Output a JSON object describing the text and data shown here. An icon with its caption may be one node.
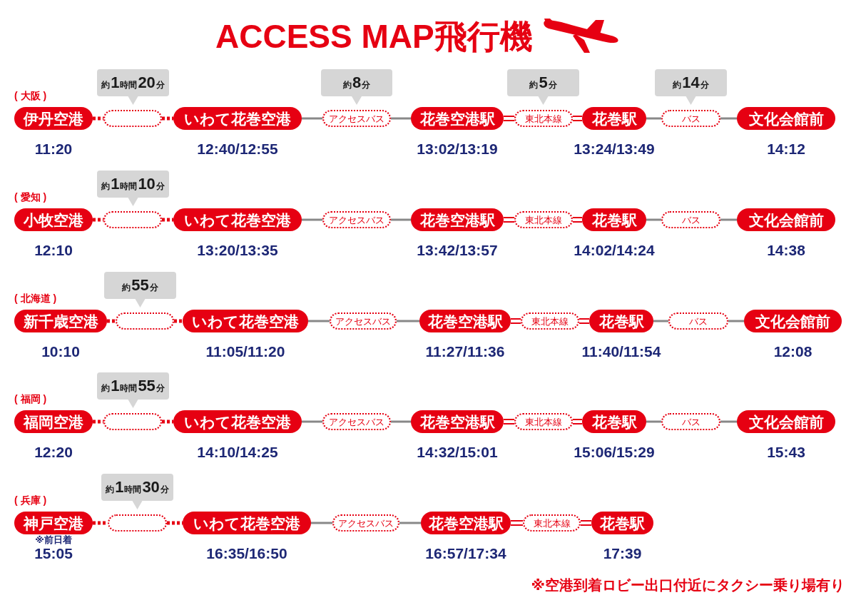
{
  "diagram": {
    "title": "ACCESS MAP飛行機",
    "nodes": [
      {
        "text": [
          "伊丹空港"
        ],
        "beside": [
          "( 大阪 )",
          "11:20"
        ]
      },
      {
        "text": [
          "約1時間20分"
        ]
      },
      {
        "text": [],
        "shape": "pill"
      },
      {
        "text": [
          "いわて花巻空港"
        ],
        "beside": [
          "12:40/12:55"
        ]
      },
      {
        "text": [
          "約8分"
        ]
      },
      {
        "text": [
          "アクセスバス"
        ]
      },
      {
        "text": [
          "花巻空港駅"
        ],
        "beside": [
          "13:02/13:19"
        ]
      },
      {
        "text": [
          "約5分"
        ]
      },
      {
        "text": [
          "東北本線"
        ]
      },
      {
        "text": [
          "花巻駅"
        ],
        "beside": [
          "13:24/13:49"
        ]
      },
      {
        "text": [
          "約14分"
        ]
      },
      {
        "text": [
          "バス"
        ]
      },
      {
        "text": [
          "文化会館前"
        ],
        "beside": [
          "14:12"
        ]
      },
      {
        "text": [
          "小牧空港"
        ],
        "beside": [
          "( 愛知 )",
          "12:10"
        ]
      },
      {
        "text": [
          "約1時間10分"
        ]
      },
      {
        "text": [],
        "shape": "pill"
      },
      {
        "text": [
          "いわて花巻空港"
        ],
        "beside": [
          "13:20/13:35"
        ]
      },
      {
        "text": [
          "アクセスバス"
        ]
      },
      {
        "text": [
          "花巻空港駅"
        ],
        "beside": [
          "13:42/13:57"
        ]
      },
      {
        "text": [
          "東北本線"
        ]
      },
      {
        "text": [
          "花巻駅"
        ],
        "beside": [
          "14:02/14:24"
        ]
      },
      {
        "text": [
          "バス"
        ]
      },
      {
        "text": [
          "文化会館前"
        ],
        "beside": [
          "14:38"
        ]
      },
      {
        "text": [
          "新千歳空港"
        ],
        "beside": [
          "( 北海道 )",
          "10:10"
        ]
      },
      {
        "text": [
          "約55分"
        ]
      },
      {
        "text": [],
        "shape": "pill"
      },
      {
        "text": [
          "いわて花巻空港"
        ],
        "beside": [
          "11:05/11:20"
        ]
      },
      {
        "text": [
          "アクセスバス"
        ]
      },
      {
        "text": [
          "花巻空港駅"
        ],
        "beside": [
          "11:27/11:36"
        ]
      },
      {
        "text": [
          "東北本線"
        ]
      },
      {
        "text": [
          "花巻駅"
        ],
        "beside": [
          "11:40/11:54"
        ]
      },
      {
        "text": [
          "バス"
        ]
      },
      {
        "text": [
          "文化会館前"
        ],
        "beside": [
          "12:08"
        ]
      },
      {
        "text": [
          "福岡空港"
        ],
        "beside": [
          "( 福岡 )",
          "12:20"
        ]
      },
      {
        "text": [
          "約1時間55分"
        ]
      },
      {
        "text": [],
        "shape": "pill"
      },
      {
        "text": [
          "いわて花巻空港"
        ],
        "beside": [
          "14:10/14:25"
        ]
      },
      {
        "text": [
          "アクセスバス"
        ]
      },
      {
        "text": [
          "花巻空港駅"
        ],
        "beside": [
          "14:32/15:01"
        ]
      },
      {
        "text": [
          "東北本線"
        ]
      },
      {
        "text": [
          "花巻駅"
        ],
        "beside": [
          "15:06/15:29"
        ]
      },
      {
        "text": [
          "バス"
        ]
      },
      {
        "text": [
          "文化会館前"
        ],
        "beside": [
          "15:43"
        ]
      },
      {
        "text": [
          "神戸空港"
        ],
        "beside": [
          "( 兵庫 )",
          "※前日着",
          "15:05"
        ]
      },
      {
        "text": [
          "約1時間30分"
        ]
      },
      {
        "text": [],
        "shape": "pill"
      },
      {
        "text": [
          "いわて花巻空港"
        ],
        "beside": [
          "16:35/16:50"
        ]
      },
      {
        "text": [
          "アクセスバス"
        ]
      },
      {
        "text": [
          "花巻空港駅"
        ],
        "beside": [
          "16:57/17:34"
        ]
      },
      {
        "text": [
          "東北本線"
        ]
      },
      {
        "text": [
          "花巻駅"
        ],
        "beside": [
          "17:39"
        ]
      }
    ],
    "edges": [
      {
        "from": 0,
        "to": 2,
        "arrow": "none",
        "style": "dashed",
        "color": "#e60012"
      },
      {
        "from": 2,
        "to": 3,
        "arrow": "none",
        "style": "dashed",
        "color": "#e60012"
      },
      {
        "from": 3,
        "to": 5,
        "arrow": "none"
      },
      {
        "from": 5,
        "to": 6,
        "arrow": "none"
      },
      {
        "from": 6,
        "to": 8,
        "arrow": "none",
        "style": "thick",
        "color": "#e60012"
      },
      {
        "from": 8,
        "to": 9,
        "arrow": "none",
        "style": "thick",
        "color": "#e60012"
      },
      {
        "from": 9,
        "to": 11,
        "arrow": "none"
      },
      {
        "from": 11,
        "to": 12,
        "arrow": "none"
      },
      {
        "from": 13,
        "to": 15,
        "arrow": "none",
        "style": "dashed",
        "color": "#e60012"
      },
      {
        "from": 15,
        "to": 16,
        "arrow": "none",
        "style": "dashed",
        "color": "#e60012"
      },
      {
        "from": 16,
        "to": 17,
        "arrow": "none"
      },
      {
        "from": 17,
        "to": 18,
        "arrow": "none"
      },
      {
        "from": 18,
        "to": 19,
        "arrow": "none",
        "style": "thick",
        "color": "#e60012"
      },
      {
        "from": 19,
        "to": 20,
        "arrow": "none",
        "style": "thick",
        "color": "#e60012"
      },
      {
        "from": 20,
        "to": 21,
        "arrow": "none"
      },
      {
        "from": 21,
        "to": 22,
        "arrow": "none"
      },
      {
        "from": 23,
        "to": 25,
        "arrow": "none",
        "style": "dashed",
        "color": "#e60012"
      },
      {
        "from": 25,
        "to": 26,
        "arrow": "none",
        "style": "dashed",
        "color": "#e60012"
      },
      {
        "from": 26,
        "to": 27,
        "arrow": "none"
      },
      {
        "from": 27,
        "to": 28,
        "arrow": "none"
      },
      {
        "from": 28,
        "to": 29,
        "arrow": "none",
        "style": "thick",
        "color": "#e60012"
      },
      {
        "from": 29,
        "to": 30,
        "arrow": "none",
        "style": "thick",
        "color": "#e60012"
      },
      {
        "from": 30,
        "to": 31,
        "arrow": "none"
      },
      {
        "from": 31,
        "to": 32,
        "arrow": "none"
      },
      {
        "from": 33,
        "to": 35,
        "arrow": "none",
        "style": "dashed",
        "color": "#e60012"
      },
      {
        "from": 35,
        "to": 36,
        "arrow": "none",
        "style": "dashed",
        "color": "#e60012"
      },
      {
        "from": 36,
        "to": 37,
        "arrow": "none"
      },
      {
        "from": 37,
        "to": 38,
        "arrow": "none"
      },
      {
        "from": 38,
        "to": 39,
        "arrow": "none",
        "style": "thick",
        "color": "#e60012"
      },
      {
        "from": 39,
        "to": 40,
        "arrow": "none",
        "style": "thick",
        "color": "#e60012"
      },
      {
        "from": 40,
        "to": 41,
        "arrow": "none"
      },
      {
        "from": 41,
        "to": 42,
        "arrow": "none"
      },
      {
        "from": 43,
        "to": 45,
        "arrow": "none",
        "style": "dashed",
        "color": "#e60012"
      },
      {
        "from": 45,
        "to": 46,
        "arrow": "none",
        "style": "dashed",
        "color": "#e60012"
      },
      {
        "from": 46,
        "to": 47,
        "arrow": "none"
      },
      {
        "from": 47,
        "to": 48,
        "arrow": "none"
      },
      {
        "from": 48,
        "to": 49,
        "arrow": "none",
        "style": "thick",
        "color": "#e60012"
      },
      {
        "from": 49,
        "to": 50,
        "arrow": "none",
        "style": "thick",
        "color": "#e60012"
      }
    ],
    "labels": [
      "※空港到着ロビー出口付近にタクシー乗り場有り"
    ]
  }
}
